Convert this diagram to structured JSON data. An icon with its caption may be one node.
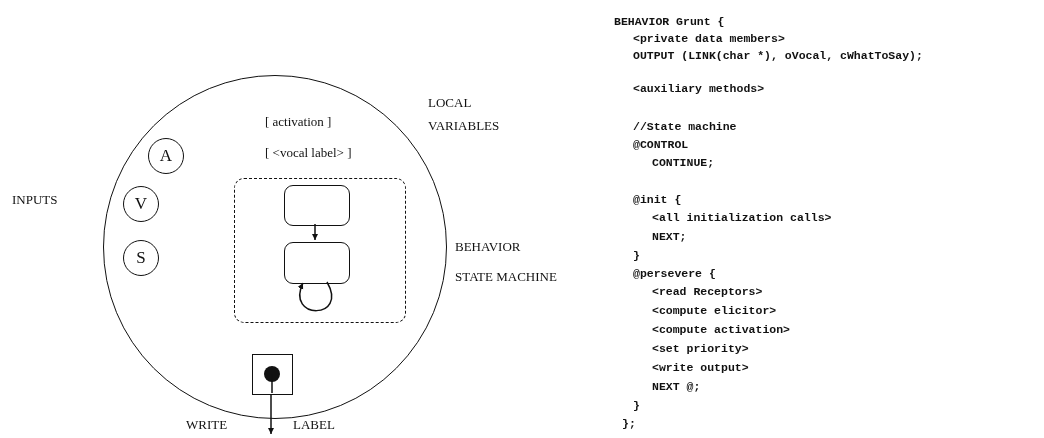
{
  "diagram": {
    "nodes": [
      {
        "text": [],
        "shape": "circle"
      },
      {
        "text": [
          "A"
        ],
        "in": 0
      },
      {
        "text": [
          "V"
        ],
        "in": 0
      },
      {
        "text": [
          "S"
        ],
        "in": 0
      },
      {
        "text": [],
        "shape": "box",
        "in": 0
      },
      {
        "text": [],
        "shape": "box",
        "in": 4
      },
      {
        "text": [],
        "shape": "box",
        "in": 4
      },
      {
        "text": [],
        "shape": "box",
        "in": 0
      }
    ],
    "edges": [
      {
        "from": 5,
        "to": 6,
        "arrow": "to"
      },
      {
        "from": 6,
        "to": 6,
        "arrow": "to"
      },
      {
        "from": 7,
        "to": null,
        "arrow": "to"
      }
    ],
    "labels": [
      "[ activation ]",
      "LOCAL VARIABLES",
      "[ <vocal label> ]",
      "INPUTS",
      "BEHAVIOR STATE MACHINE",
      "WRITE",
      "LABEL",
      "BEHAVIOR Grunt {",
      "<private data members>",
      "OUTPUT (LINK(char *), oVocal, cWhatToSay);",
      "<auxiliary methods>",
      "//State machine",
      "@CONTROL",
      "CONTINUE;",
      "@init {",
      "<all initialization calls>",
      "NEXT;",
      "}",
      "@persevere {",
      "<read Receptors>",
      "<compute elicitor>",
      "<compute activation>",
      "<set priority>",
      "<write output>",
      "NEXT @;",
      "}",
      "};"
    ]
  }
}
